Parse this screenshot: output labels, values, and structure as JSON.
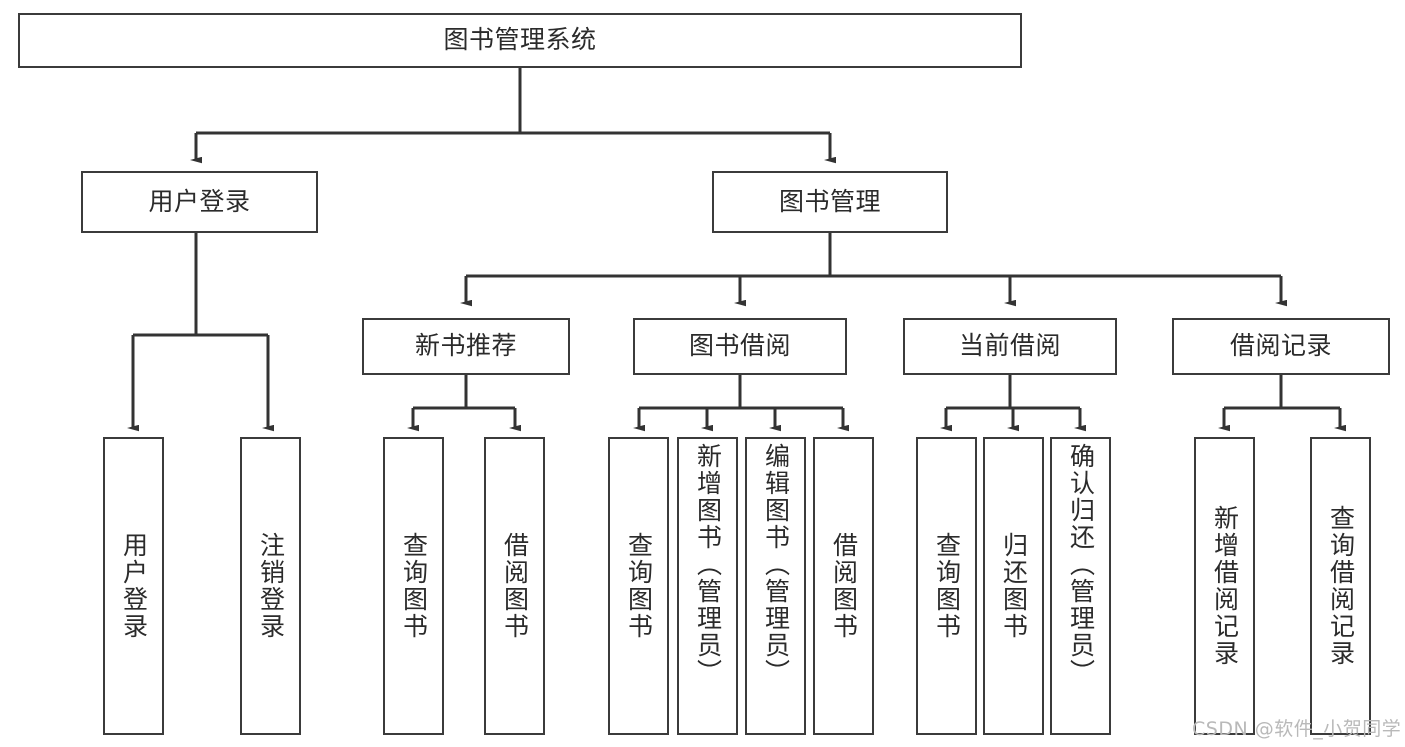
{
  "diagram": {
    "title": "图书管理系统",
    "type": "tree-hierarchy",
    "watermark": "CSDN @软件_小贺同学",
    "colors": {
      "border": "#3b3b3b",
      "text": "#2b2b2b",
      "background": "#ffffff",
      "edge": "#333333",
      "watermark": "#b9b9b9"
    },
    "nodes": {
      "root": {
        "label": "图书管理系统"
      },
      "level2": [
        {
          "id": "user-login",
          "label": "用户登录"
        },
        {
          "id": "book-manage",
          "label": "图书管理"
        }
      ],
      "level3": [
        {
          "id": "new-book-rec",
          "label": "新书推荐"
        },
        {
          "id": "book-borrow",
          "label": "图书借阅"
        },
        {
          "id": "current-borrow",
          "label": "当前借阅"
        },
        {
          "id": "borrow-record",
          "label": "借阅记录"
        }
      ],
      "leaves": {
        "user-login": [
          {
            "id": "leaf-user-login",
            "label": "用户登录"
          },
          {
            "id": "leaf-logout-login",
            "label": "注销登录"
          }
        ],
        "new-book-rec": [
          {
            "id": "leaf-query-book-1",
            "label": "查询图书"
          },
          {
            "id": "leaf-borrow-book-1",
            "label": "借阅图书"
          }
        ],
        "book-borrow": [
          {
            "id": "leaf-query-book-2",
            "label": "查询图书"
          },
          {
            "id": "leaf-add-book",
            "label": "新增图书（管理员）"
          },
          {
            "id": "leaf-edit-book",
            "label": "编辑图书（管理员）"
          },
          {
            "id": "leaf-borrow-book-2",
            "label": "借阅图书"
          }
        ],
        "current-borrow": [
          {
            "id": "leaf-query-book-3",
            "label": "查询图书"
          },
          {
            "id": "leaf-return-book",
            "label": "归还图书"
          },
          {
            "id": "leaf-confirm-return",
            "label": "确认归还（管理员）"
          }
        ],
        "borrow-record": [
          {
            "id": "leaf-add-record",
            "label": "新增借阅记录"
          },
          {
            "id": "leaf-query-record",
            "label": "查询借阅记录"
          }
        ]
      }
    }
  }
}
